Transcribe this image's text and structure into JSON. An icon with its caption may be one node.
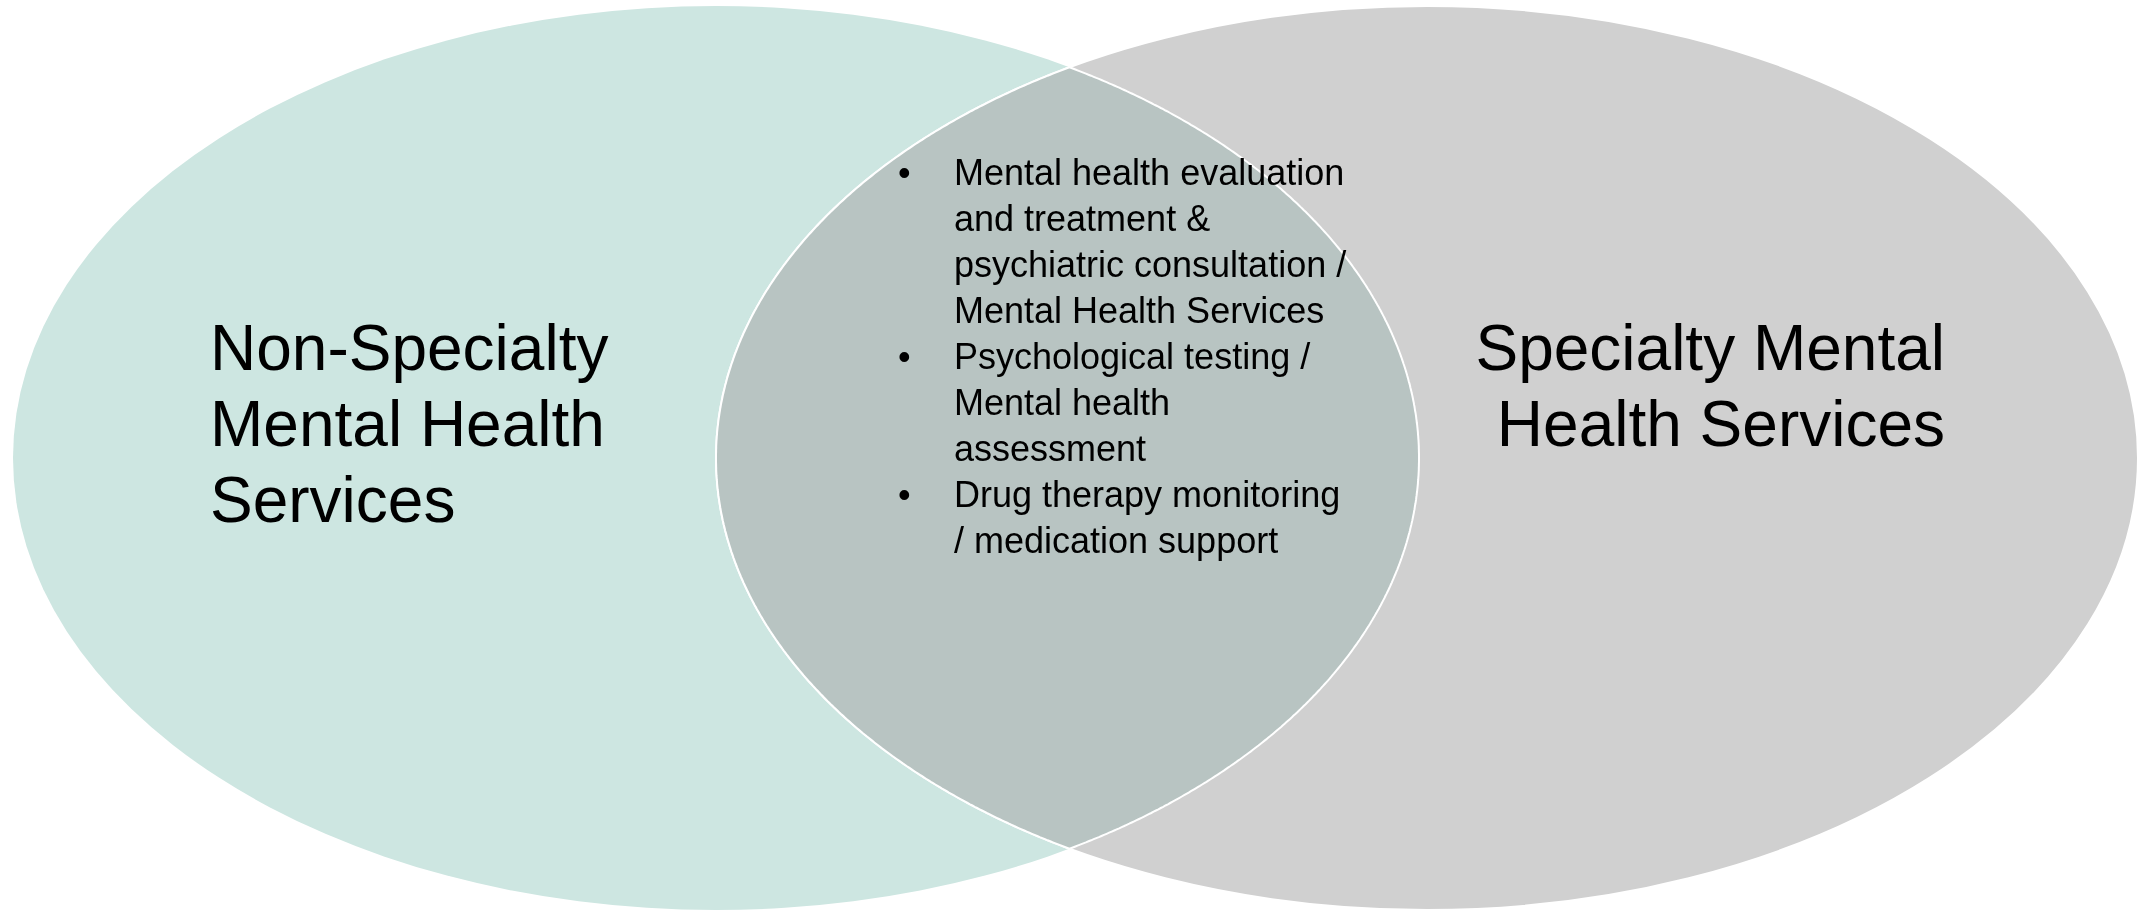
{
  "diagram": {
    "nodes": [
      {
        "text": [
          "Non-Specialty Mental Health Services"
        ]
      },
      {
        "text": [
          "Specialty Mental Health Services"
        ]
      },
      {
        "text": [
          "Mental health evaluation and treatment & psychiatric consultation / Mental Health Services",
          "Psychological testing / Mental health assessment",
          "Drug therapy monitoring / medication support"
        ]
      }
    ],
    "labels": [
      "•",
      "•",
      "•"
    ]
  }
}
